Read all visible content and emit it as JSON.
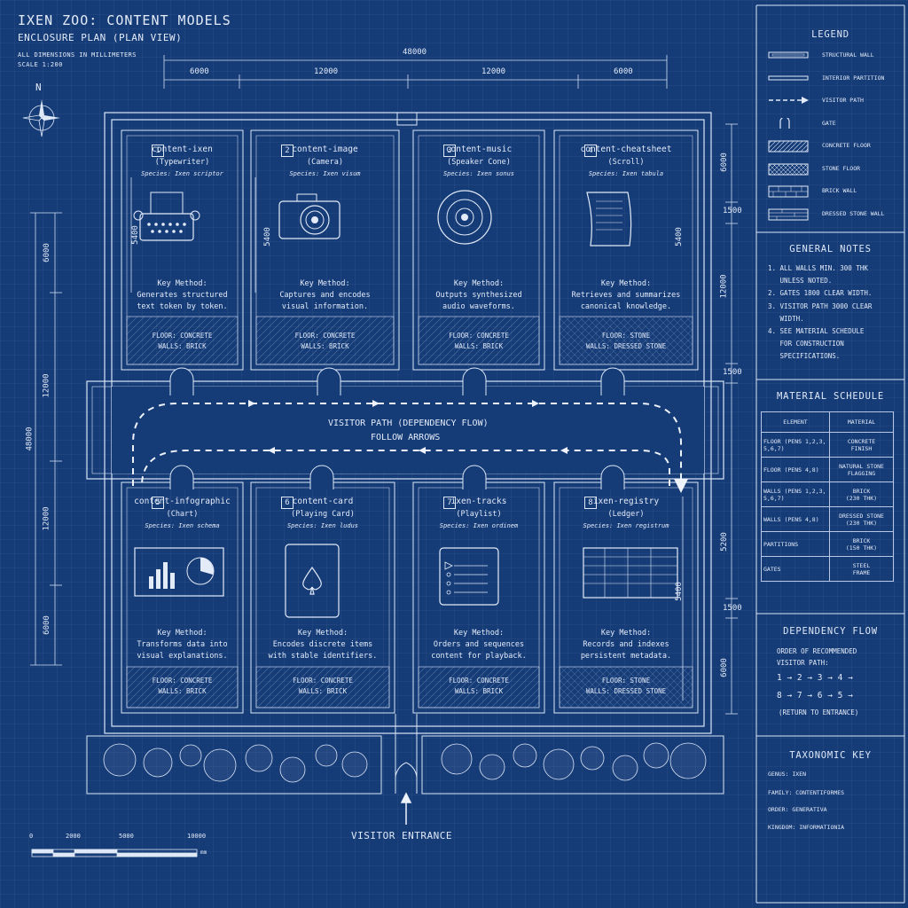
{
  "header": {
    "title": "IXEN ZOO: CONTENT MODELS",
    "subtitle": "ENCLOSURE PLAN (PLAN VIEW)",
    "note_dims": "ALL DIMENSIONS IN MILLIMETERS",
    "note_scale": "SCALE 1:200"
  },
  "compass": {
    "label": "N"
  },
  "dims_top": {
    "total": "48000",
    "segments": [
      "6000",
      "12000",
      "12000",
      "6000"
    ]
  },
  "dims_left": {
    "total": "48000",
    "segments": [
      "6000",
      "12000",
      "12000",
      "6000"
    ],
    "inner_top": "5400",
    "inner_top2": "5400"
  },
  "dims_right": {
    "segments": [
      "6000",
      "1500",
      "12000",
      "1500",
      "5200",
      "1500",
      "6000"
    ],
    "inner": "5400"
  },
  "enclosures": [
    {
      "num": "1",
      "name": "content-ixen",
      "sub": "(Typewriter)",
      "species": "Species: Ixen scriptor",
      "method_label": "Key Method:",
      "method": [
        "Generates structured",
        "text token by token."
      ],
      "floor": "FLOOR: CONCRETE",
      "walls": "WALLS: BRICK",
      "icon": "typewriter-icon"
    },
    {
      "num": "2",
      "name": "content-image",
      "sub": "(Camera)",
      "species": "Species: Ixen visum",
      "method_label": "Key Method:",
      "method": [
        "Captures and encodes",
        "visual information."
      ],
      "floor": "FLOOR: CONCRETE",
      "walls": "WALLS: BRICK",
      "icon": "camera-icon"
    },
    {
      "num": "3",
      "name": "content-music",
      "sub": "(Speaker Cone)",
      "species": "Species: Ixen sonus",
      "method_label": "Key Method:",
      "method": [
        "Outputs synthesized",
        "audio waveforms."
      ],
      "floor": "FLOOR: CONCRETE",
      "walls": "WALLS: BRICK",
      "icon": "speaker-icon"
    },
    {
      "num": "4",
      "name": "content-cheatsheet",
      "sub": "(Scroll)",
      "species": "Species: Ixen tabula",
      "method_label": "Key Method:",
      "method": [
        "Retrieves and summarizes",
        "canonical knowledge."
      ],
      "floor": "FLOOR: STONE",
      "walls": "WALLS: DRESSED STONE",
      "icon": "scroll-icon"
    },
    {
      "num": "5",
      "name": "content-infographic",
      "sub": "(Chart)",
      "species": "Species: Ixen schema",
      "method_label": "Key Method:",
      "method": [
        "Transforms data into",
        "visual explanations."
      ],
      "floor": "FLOOR: CONCRETE",
      "walls": "WALLS: BRICK",
      "icon": "chart-icon"
    },
    {
      "num": "6",
      "name": "content-card",
      "sub": "(Playing Card)",
      "species": "Species: Ixen ludus",
      "method_label": "Key Method:",
      "method": [
        "Encodes discrete items",
        "with stable identifiers."
      ],
      "floor": "FLOOR: CONCRETE",
      "walls": "WALLS: BRICK",
      "icon": "playing-card-icon"
    },
    {
      "num": "7",
      "name": "ixen-tracks",
      "sub": "(Playlist)",
      "species": "Species: Ixen ordinem",
      "method_label": "Key Method:",
      "method": [
        "Orders and sequences",
        "content for playback."
      ],
      "floor": "FLOOR: CONCRETE",
      "walls": "WALLS: BRICK",
      "icon": "playlist-icon"
    },
    {
      "num": "8",
      "name": "ixen-registry",
      "sub": "(Ledger)",
      "species": "Species: Ixen registrum",
      "method_label": "Key Method:",
      "method": [
        "Records and indexes",
        "persistent metadata."
      ],
      "floor": "FLOOR: STONE",
      "walls": "WALLS: DRESSED STONE",
      "icon": "ledger-icon"
    }
  ],
  "visitor_path": {
    "line1": "VISITOR PATH (DEPENDENCY FLOW)",
    "line2": "FOLLOW ARROWS"
  },
  "entrance": {
    "label": "VISITOR ENTRANCE"
  },
  "scale_bar": {
    "ticks": [
      "0",
      "2000",
      "5000",
      "10000"
    ],
    "unit": "mm"
  },
  "legend": {
    "heading": "LEGEND",
    "items": [
      {
        "label": "STRUCTURAL WALL",
        "icon": "structural-wall-symbol"
      },
      {
        "label": "INTERIOR PARTITION",
        "icon": "partition-symbol"
      },
      {
        "label": "VISITOR PATH",
        "icon": "visitor-path-symbol"
      },
      {
        "label": "GATE",
        "icon": "gate-symbol"
      },
      {
        "label": "CONCRETE FLOOR",
        "icon": "concrete-floor-symbol"
      },
      {
        "label": "STONE FLOOR",
        "icon": "stone-floor-symbol"
      },
      {
        "label": "BRICK WALL",
        "icon": "brick-wall-symbol"
      },
      {
        "label": "DRESSED STONE WALL",
        "icon": "dressed-stone-symbol"
      }
    ]
  },
  "general_notes": {
    "heading": "GENERAL NOTES",
    "lines": [
      "1. ALL WALLS MIN. 300 THK",
      "   UNLESS NOTED.",
      "2. GATES 1800 CLEAR WIDTH.",
      "3. VISITOR PATH 3000 CLEAR",
      "   WIDTH.",
      "4. SEE MATERIAL SCHEDULE",
      "   FOR CONSTRUCTION",
      "   SPECIFICATIONS."
    ]
  },
  "material_schedule": {
    "heading": "MATERIAL SCHEDULE",
    "columns": [
      "ELEMENT",
      "MATERIAL"
    ],
    "rows": [
      [
        [
          "FLOOR (PENS 1,2,3,",
          "5,6,7)"
        ],
        [
          "CONCRETE",
          "FINISH"
        ]
      ],
      [
        [
          "FLOOR (PENS 4,8)"
        ],
        [
          "NATURAL STONE",
          "FLAGGING"
        ]
      ],
      [
        [
          "WALLS (PENS 1,2,3,",
          "5,6,7)"
        ],
        [
          "BRICK",
          "(230 THK)"
        ]
      ],
      [
        [
          "WALLS (PENS 4,8)"
        ],
        [
          "DRESSED STONE",
          "(230 THK)"
        ]
      ],
      [
        [
          "PARTITIONS"
        ],
        [
          "BRICK",
          "(150 THK)"
        ]
      ],
      [
        [
          "GATES"
        ],
        [
          "STEEL",
          "FRAME"
        ]
      ]
    ]
  },
  "dependency_flow": {
    "heading": "DEPENDENCY FLOW",
    "intro": [
      "ORDER OF RECOMMENDED",
      "VISITOR PATH:"
    ],
    "row1": "1 → 2 → 3 → 4 →",
    "row2": "8 → 7 → 6 → 5 →",
    "footer": "(RETURN TO ENTRANCE)"
  },
  "taxonomic_key": {
    "heading": "TAXONOMIC KEY",
    "lines": [
      "GENUS: IXEN",
      "FAMILY: CONTENTIFORMES",
      "ORDER: GENERATIVA",
      "KINGDOM: INFORMATIONIA"
    ]
  }
}
